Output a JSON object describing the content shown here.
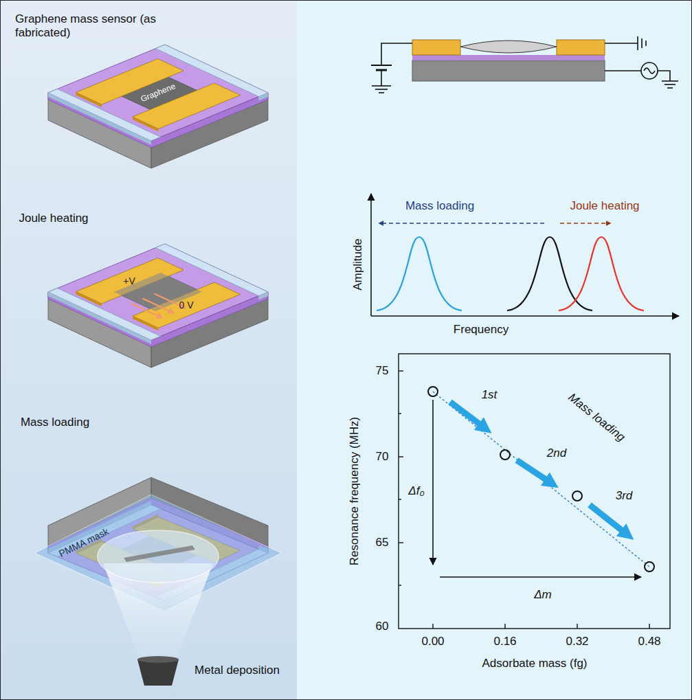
{
  "diagram": {
    "labels": [
      "Graphene mass sensor (as fabricated)",
      "Graphene",
      "Joule heating",
      "+V",
      "0 V",
      "Mass loading",
      "PMMA mask",
      "Metal deposition",
      "Mass loading",
      "Joule heating",
      "Amplitude",
      "Frequency",
      "Resonance frequency (MHz)",
      "75",
      "70",
      "65",
      "60",
      "0.00",
      "0.16",
      "0.32",
      "0.48",
      "Adsorbate mass (fg)",
      "1st",
      "2nd",
      "3rd",
      "Mass loading",
      "Δf₀",
      "Δm"
    ]
  }
}
